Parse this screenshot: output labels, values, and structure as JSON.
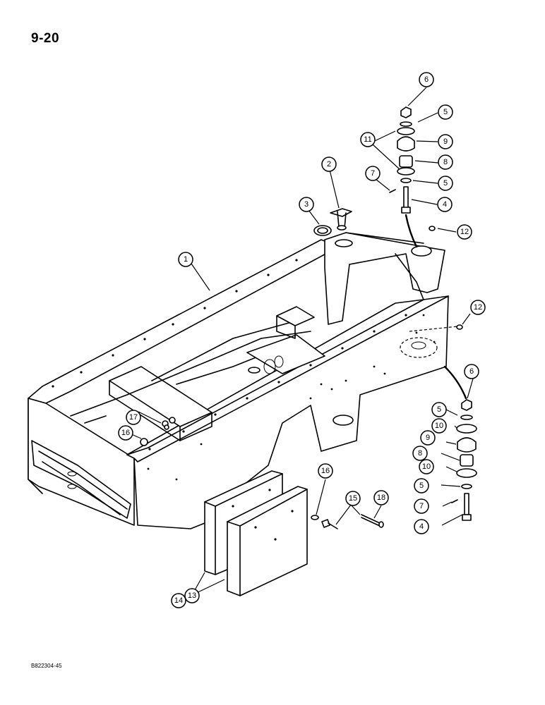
{
  "page": {
    "number": "9-20",
    "footer_code": "B822304-45"
  },
  "callouts": [
    {
      "id": "c1",
      "label": "1"
    },
    {
      "id": "c2",
      "label": "2"
    },
    {
      "id": "c3",
      "label": "3"
    },
    {
      "id": "c4a",
      "label": "4"
    },
    {
      "id": "c4b",
      "label": "4"
    },
    {
      "id": "c5a",
      "label": "5"
    },
    {
      "id": "c5b",
      "label": "5"
    },
    {
      "id": "c5c",
      "label": "5"
    },
    {
      "id": "c5d",
      "label": "5"
    },
    {
      "id": "c6a",
      "label": "6"
    },
    {
      "id": "c6b",
      "label": "6"
    },
    {
      "id": "c7a",
      "label": "7"
    },
    {
      "id": "c7b",
      "label": "7"
    },
    {
      "id": "c8a",
      "label": "8"
    },
    {
      "id": "c8b",
      "label": "8"
    },
    {
      "id": "c9a",
      "label": "9"
    },
    {
      "id": "c9b",
      "label": "9"
    },
    {
      "id": "c10a",
      "label": "10"
    },
    {
      "id": "c10b",
      "label": "10"
    },
    {
      "id": "c11",
      "label": "11"
    },
    {
      "id": "c12a",
      "label": "12"
    },
    {
      "id": "c12b",
      "label": "12"
    },
    {
      "id": "c13",
      "label": "13"
    },
    {
      "id": "c14",
      "label": "14"
    },
    {
      "id": "c15",
      "label": "15"
    },
    {
      "id": "c16a",
      "label": "16"
    },
    {
      "id": "c16b",
      "label": "16"
    },
    {
      "id": "c17",
      "label": "17"
    },
    {
      "id": "c18",
      "label": "18"
    }
  ]
}
